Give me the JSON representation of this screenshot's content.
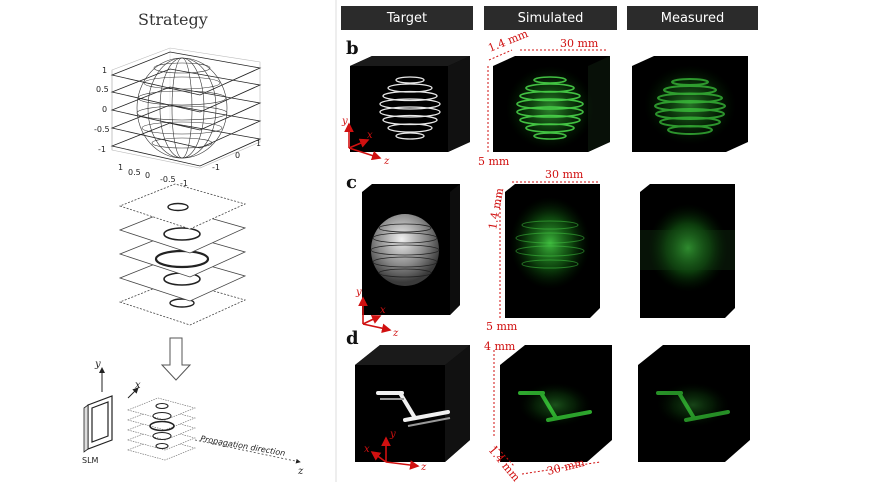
{
  "strategy": {
    "title": "Strategy",
    "sphere_ticks_z": [
      "1",
      "0.5",
      "0",
      "-0.5",
      "-1"
    ],
    "sphere_ticks_x": [
      "1",
      "0.5",
      "0",
      "-0.5",
      "-1"
    ],
    "sphere_ticks_y": [
      "-1",
      "0",
      "1"
    ],
    "slm_label": "SLM",
    "propagation_label": "Propagation direction",
    "axis_y": "y",
    "axis_x": "x",
    "axis_z": "z"
  },
  "columns": {
    "target": "Target",
    "simulated": "Simulated",
    "measured": "Measured"
  },
  "panels": {
    "b": {
      "letter": "b",
      "dim_depth": "1.4 mm",
      "dim_length": "30 mm",
      "dim_height": "5 mm"
    },
    "c": {
      "letter": "c",
      "dim_length": "30 mm",
      "dim_depth": "1.4 mm",
      "dim_height": "5 mm"
    },
    "d": {
      "letter": "d",
      "dim_height": "4 mm",
      "dim_depth": "1.4 mm",
      "dim_length": "30 mm"
    }
  },
  "axes": {
    "x": "x",
    "y": "y",
    "z": "z"
  },
  "colors": {
    "accent_red": "#d01010",
    "green_glow": "#33dd33",
    "panel_black": "#000000"
  }
}
